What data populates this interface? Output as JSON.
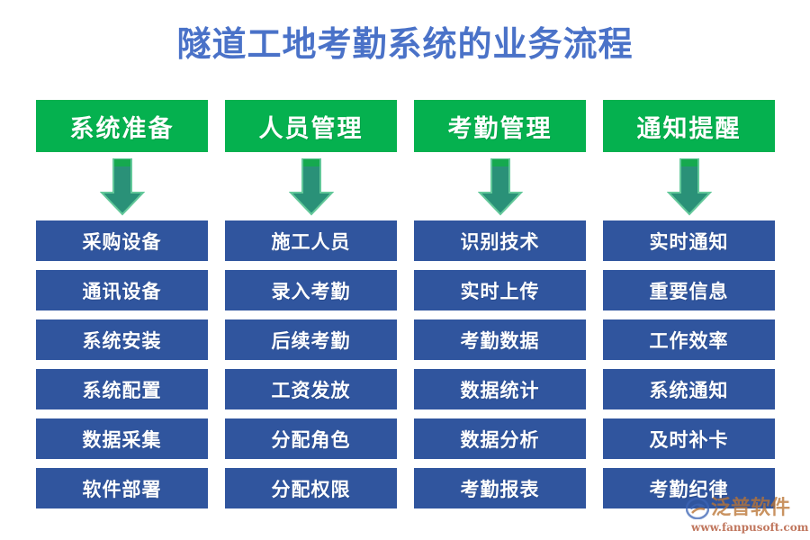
{
  "page": {
    "title": "隧道工地考勤系统的业务流程",
    "title_color": "#4a72c8",
    "background": "#ffffff"
  },
  "theme": {
    "header_green": "#05b14f",
    "item_blue": "#30559e",
    "arrow_teal": "#2a9178",
    "arrow_cap_green": "#16a94f",
    "arrow_edge_green": "#63c89a",
    "text_white": "#ffffff"
  },
  "diagram": {
    "type": "flowchart",
    "columns": [
      {
        "header": "系统准备",
        "arrow": "down-arrow-icon",
        "items": [
          "采购设备",
          "通讯设备",
          "系统安装",
          "系统配置",
          "数据采集",
          "软件部署"
        ]
      },
      {
        "header": "人员管理",
        "arrow": "down-arrow-icon",
        "items": [
          "施工人员",
          "录入考勤",
          "后续考勤",
          "工资发放",
          "分配角色",
          "分配权限"
        ]
      },
      {
        "header": "考勤管理",
        "arrow": "down-arrow-icon",
        "items": [
          "识别技术",
          "实时上传",
          "考勤数据",
          "数据统计",
          "数据分析",
          "考勤报表"
        ]
      },
      {
        "header": "通知提醒",
        "arrow": "down-arrow-icon",
        "items": [
          "实时通知",
          "重要信息",
          "工作效率",
          "系统通知",
          "及时补卡",
          "考勤纪律"
        ]
      }
    ]
  },
  "watermark": {
    "brand": "泛普软件",
    "url": "www.fanpusoft.com",
    "logo": "fanpu-logo-icon"
  }
}
